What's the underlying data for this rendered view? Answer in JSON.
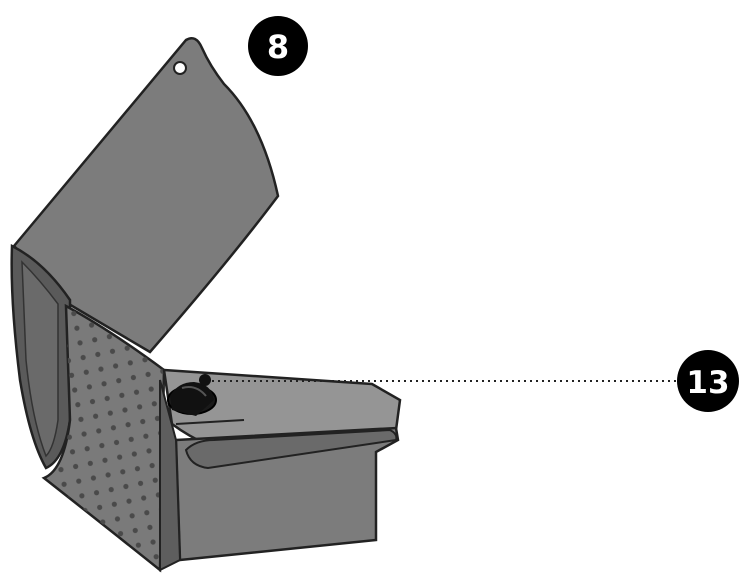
{
  "callouts": [
    {
      "label": "8"
    },
    {
      "label": "13"
    }
  ],
  "colors": {
    "body": "#7c7c7c",
    "body_dark": "#5e5e5e",
    "body_light": "#959595",
    "outline": "#222222",
    "callout_fill": "#000000",
    "callout_text": "#ffffff",
    "knob": "#111111"
  },
  "icons": {
    "device": "appliance-with-open-lid-illustration",
    "knob": "rotary-knob-icon"
  }
}
